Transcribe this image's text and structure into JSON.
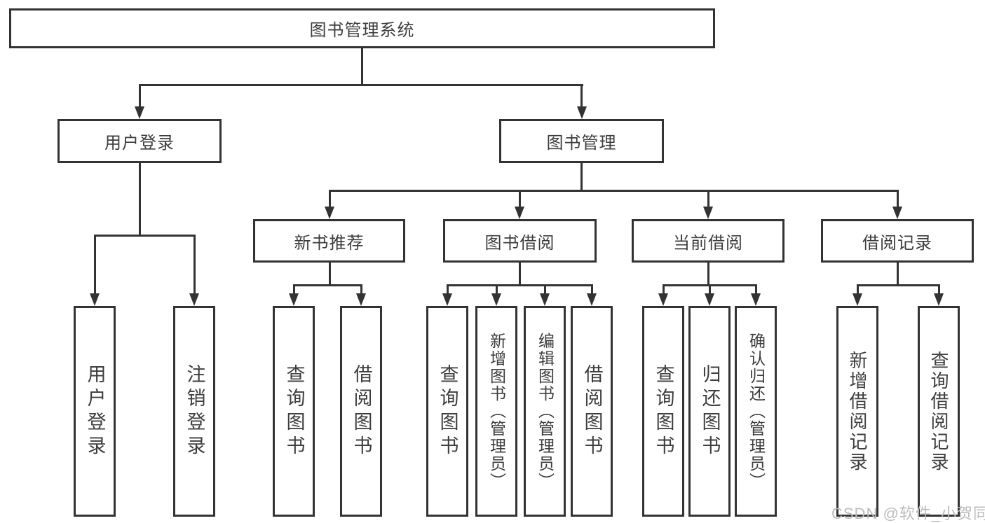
{
  "diagram": {
    "title": "图书管理系统",
    "type": "functional-structure-tree"
  },
  "tree": {
    "label": "图书管理系统",
    "children": [
      {
        "label": "用户登录",
        "children": [
          {
            "label": "用户登录"
          },
          {
            "label": "注销登录"
          }
        ]
      },
      {
        "label": "图书管理",
        "children": [
          {
            "label": "新书推荐",
            "children": [
              {
                "label": "查询图书"
              },
              {
                "label": "借阅图书"
              }
            ]
          },
          {
            "label": "图书借阅",
            "children": [
              {
                "label": "查询图书"
              },
              {
                "label": "新增图书（管理员）"
              },
              {
                "label": "编辑图书（管理员）"
              },
              {
                "label": "借阅图书"
              }
            ]
          },
          {
            "label": "当前借阅",
            "children": [
              {
                "label": "查询图书"
              },
              {
                "label": "归还图书"
              },
              {
                "label": "确认归还（管理员）"
              }
            ]
          },
          {
            "label": "借阅记录",
            "children": [
              {
                "label": "新增借阅记录"
              },
              {
                "label": "查询借阅记录"
              }
            ]
          }
        ]
      }
    ]
  },
  "watermark": {
    "text": "CSDN @软件_小贺同学"
  },
  "colors": {
    "line": "#333333",
    "box_border": "#333333",
    "text": "#3d3d3d",
    "watermark": "#bcbcbc",
    "background": "#ffffff"
  }
}
